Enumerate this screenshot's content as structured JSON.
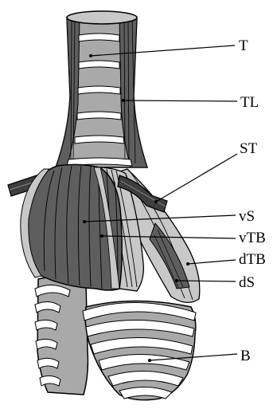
{
  "labels": {
    "T": "T",
    "TL": "TL",
    "ST": "ST",
    "vS": "vS",
    "vTB": "vTB",
    "dTB": "dTB",
    "dS": "dS",
    "B": "B"
  },
  "colors": {
    "outline": "#000000",
    "light": "#c8c8c8",
    "mid": "#a9a9a9",
    "dark": "#5e5e5e",
    "darker": "#3e3e3e",
    "ring": "#ffffff"
  }
}
